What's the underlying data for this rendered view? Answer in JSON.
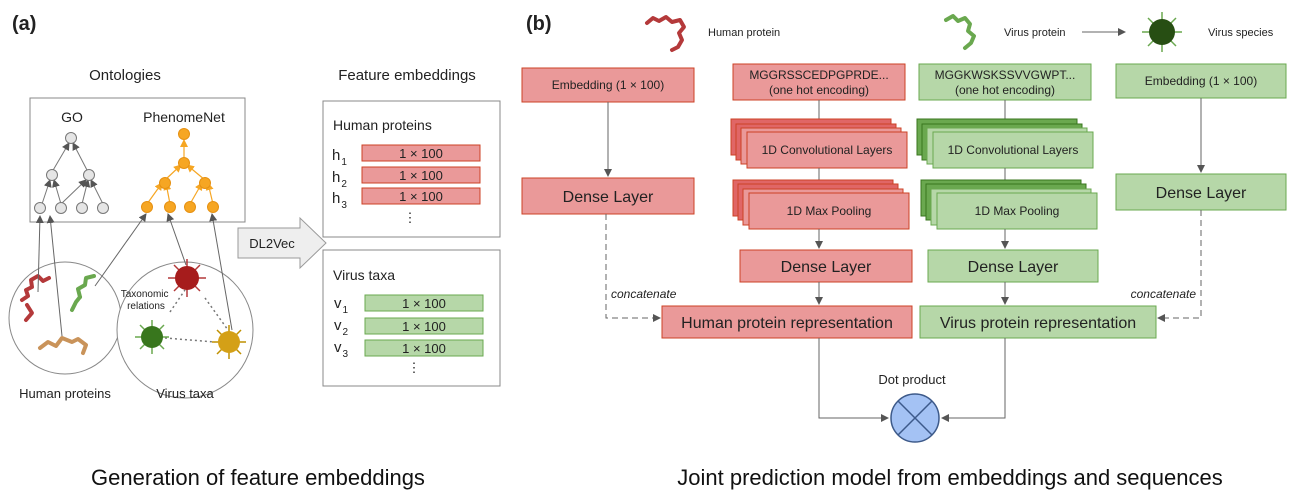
{
  "colors": {
    "red_fill": "#ea9999",
    "red_stroke": "#cc4125",
    "green_fill": "#b6d7a8",
    "green_stroke": "#6aa84f",
    "orange": "#f6a623",
    "gray_node": "#e5e5e5",
    "dot_product": "#a4c2f4"
  },
  "panel_a": {
    "label": "(a)",
    "ontologies_title": "Ontologies",
    "go_label": "GO",
    "phenomenet_label": "PhenomeNet",
    "feature_embeddings_title": "Feature embeddings",
    "human_proteins_heading": "Human proteins",
    "human_rows": [
      {
        "sym": "h",
        "sub": "1",
        "box": "1 × 100"
      },
      {
        "sym": "h",
        "sub": "2",
        "box": "1 × 100"
      },
      {
        "sym": "h",
        "sub": "3",
        "box": "1 × 100"
      }
    ],
    "virus_taxa_heading": "Virus taxa",
    "virus_rows": [
      {
        "sym": "v",
        "sub": "1",
        "box": "1 × 100"
      },
      {
        "sym": "v",
        "sub": "2",
        "box": "1 × 100"
      },
      {
        "sym": "v",
        "sub": "3",
        "box": "1 × 100"
      }
    ],
    "ellipsis": "⋮",
    "dl2vec_label": "DL2Vec",
    "taxonomic_relations": "Taxonomic relations",
    "human_proteins_caption": "Human proteins",
    "virus_taxa_caption": "Virus taxa",
    "caption": "Generation of feature embeddings"
  },
  "panel_b": {
    "label": "(b)",
    "human_protein_icon_label": "Human protein",
    "virus_protein_icon_label": "Virus protein",
    "virus_species_icon_label": "Virus species",
    "embedding_left": "Embedding (1 × 100)",
    "embedding_right": "Embedding (1 × 100)",
    "seq_human_line1": "MGGRSSCEDPGPRDE...",
    "seq_human_line2": "(one hot encoding)",
    "seq_virus_line1": "MGGKWSKSSVVGWPT...",
    "seq_virus_line2": "(one hot encoding)",
    "conv_label": "1D Convolutional Layers",
    "pool_label": "1D Max Pooling",
    "dense_label": "Dense Layer",
    "concatenate_label": "concatenate",
    "human_rep": "Human protein representation",
    "virus_rep": "Virus protein representation",
    "dot_product": "Dot product",
    "caption": "Joint prediction model from embeddings and sequences"
  }
}
